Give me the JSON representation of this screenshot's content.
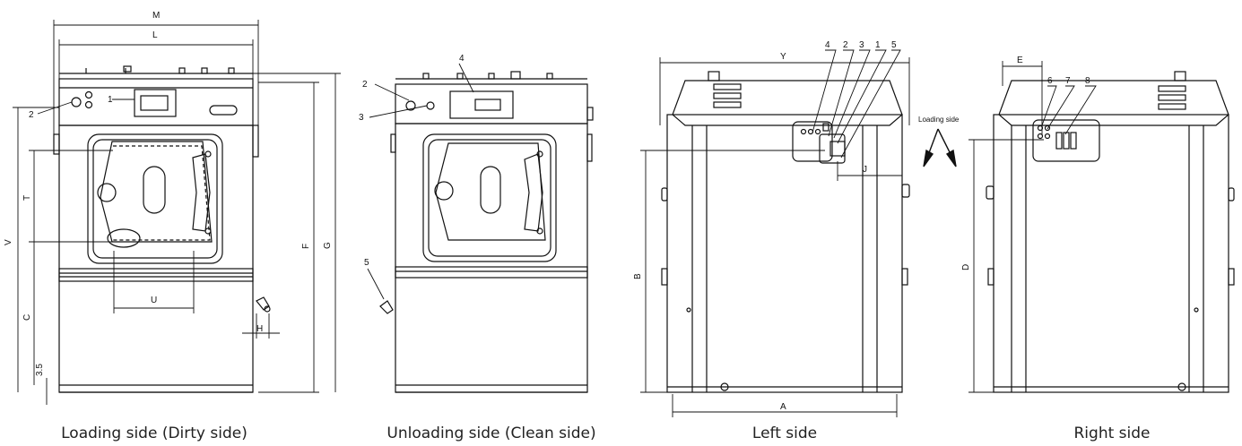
{
  "captions": {
    "loading": "Loading side (Dirty side)",
    "unloading": "Unloading side (Clean side)",
    "left": "Left side",
    "right": "Right side"
  },
  "dims": {
    "M": "M",
    "L": "L",
    "T": "T",
    "V": "V",
    "C": "C",
    "U": "U",
    "H": "H",
    "F": "F",
    "G": "G",
    "d35": "3.5",
    "Y": "Y",
    "J": "J",
    "A": "A",
    "B": "B",
    "D": "D",
    "E": "E"
  },
  "callouts": {
    "c1": "1",
    "c2": "2",
    "c3": "3",
    "c4": "4",
    "c5": "5",
    "c6": "6",
    "c7": "7",
    "c8": "8"
  },
  "loading_side_label": "Loading side",
  "colors": {
    "line": "#111111",
    "caption": "#222222"
  }
}
